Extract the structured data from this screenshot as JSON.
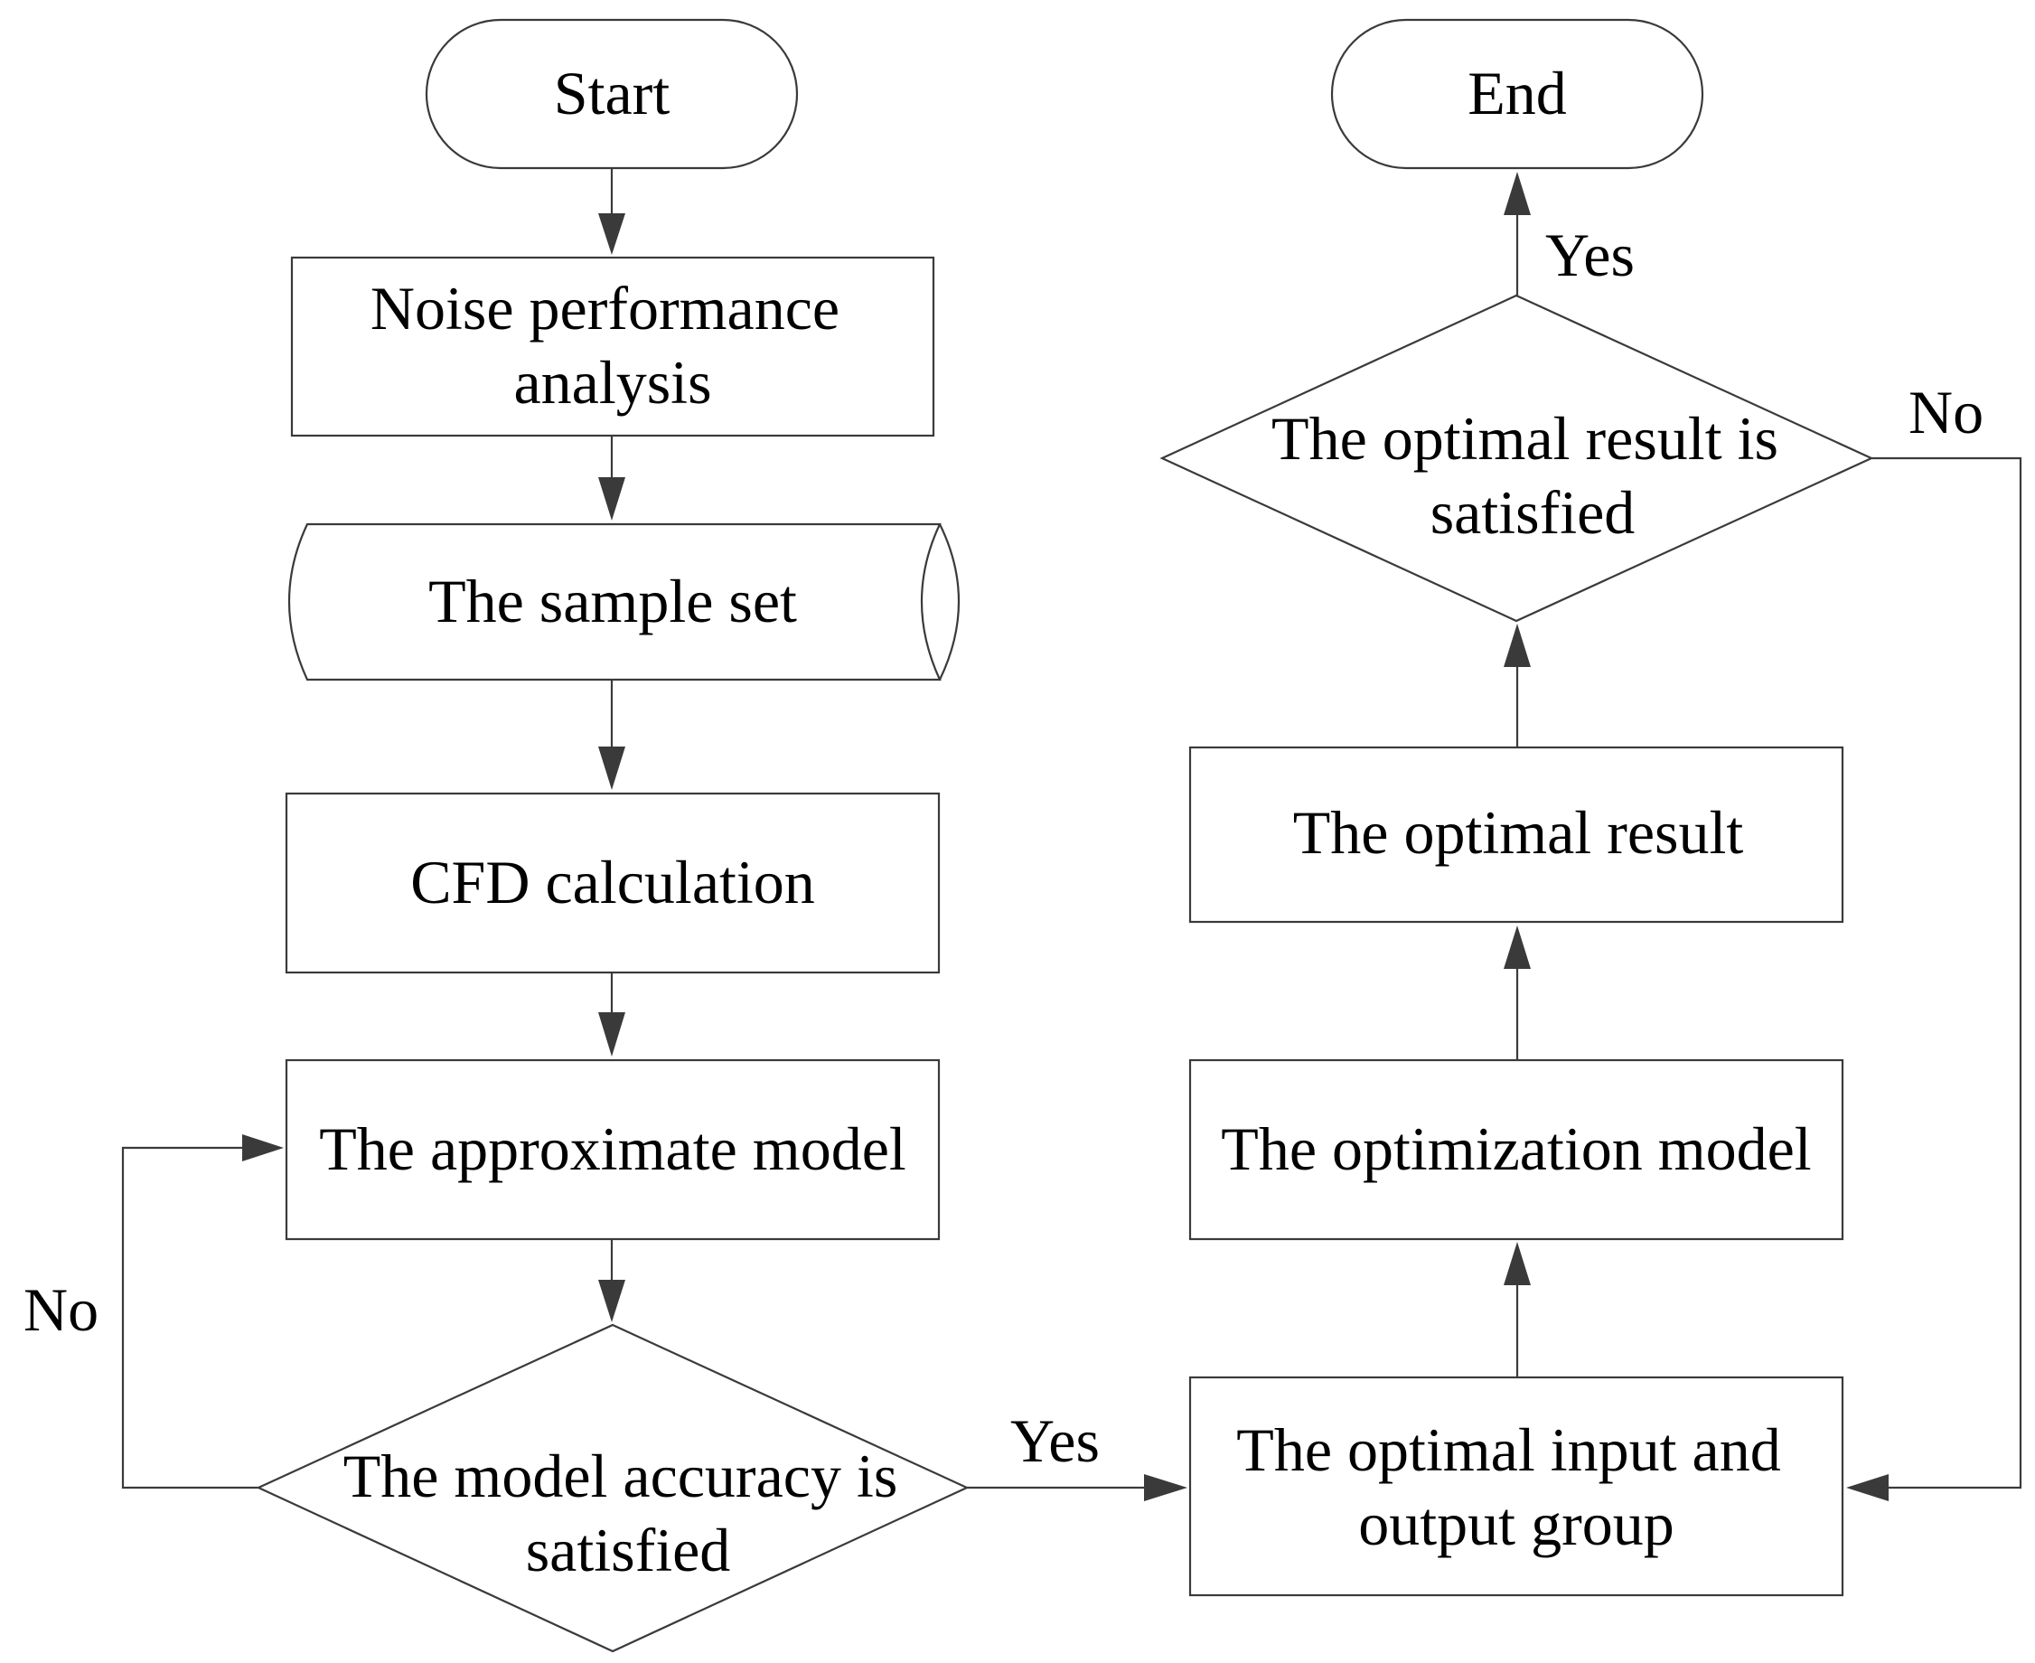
{
  "nodes": {
    "start": {
      "lines": [
        "Start"
      ]
    },
    "end": {
      "lines": [
        "End"
      ]
    },
    "noise_analysis": {
      "lines": [
        "Noise performance",
        "analysis"
      ]
    },
    "sample_set": {
      "lines": [
        "The sample set"
      ]
    },
    "cfd_calculation": {
      "lines": [
        "CFD calculation"
      ]
    },
    "approximate_model": {
      "lines": [
        "The approximate model"
      ]
    },
    "accuracy_check": {
      "lines": [
        "The model accuracy is",
        "satisfied"
      ]
    },
    "io_group": {
      "lines": [
        "The optimal input and",
        "output group"
      ]
    },
    "optimization_model": {
      "lines": [
        "The optimization model"
      ]
    },
    "optimal_result": {
      "lines": [
        "The optimal result"
      ]
    },
    "result_check": {
      "lines": [
        "The optimal result is",
        "satisfied"
      ]
    }
  },
  "edge_labels": {
    "accuracy_yes": "Yes",
    "accuracy_no": "No",
    "result_yes": "Yes",
    "result_no": "No"
  }
}
